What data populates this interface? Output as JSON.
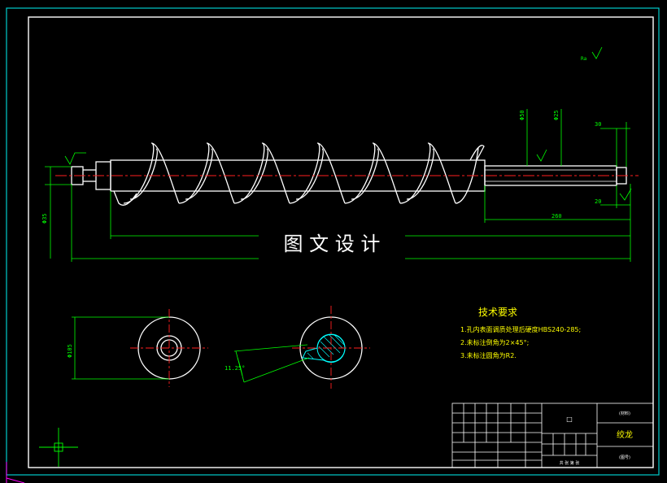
{
  "watermark": "图 文 设 计",
  "tech_requirements": {
    "title": "技术要求",
    "items": [
      "1.孔内表面调质处理后硬度HBS240-285;",
      "2.未标注倒角为2×45°;",
      "3.未标注圆角为R2."
    ]
  },
  "dimensions": {
    "d_left": "Φ35",
    "d_mid1": "Φ50",
    "d_mid2": "Φ25",
    "len_30": "30",
    "len_20": "20",
    "len_260": "260",
    "section_d": "Φ105",
    "angle": "11.25°",
    "roughness_top": "Ra"
  },
  "title_block": {
    "drawing_name": "绞龙",
    "center_mark": "□",
    "material_label": "(材料)",
    "code_label": "(图号)",
    "bottom_note": "共 张  第 张"
  },
  "colors": {
    "background": "#000000",
    "frame_outer": "#00cccc",
    "frame_inner": "#ffffff",
    "part": "#ffffff",
    "center_line": "#ff2020",
    "dimension": "#00ff00",
    "text_yellow": "#ffff00",
    "text_white": "#ffffff"
  }
}
